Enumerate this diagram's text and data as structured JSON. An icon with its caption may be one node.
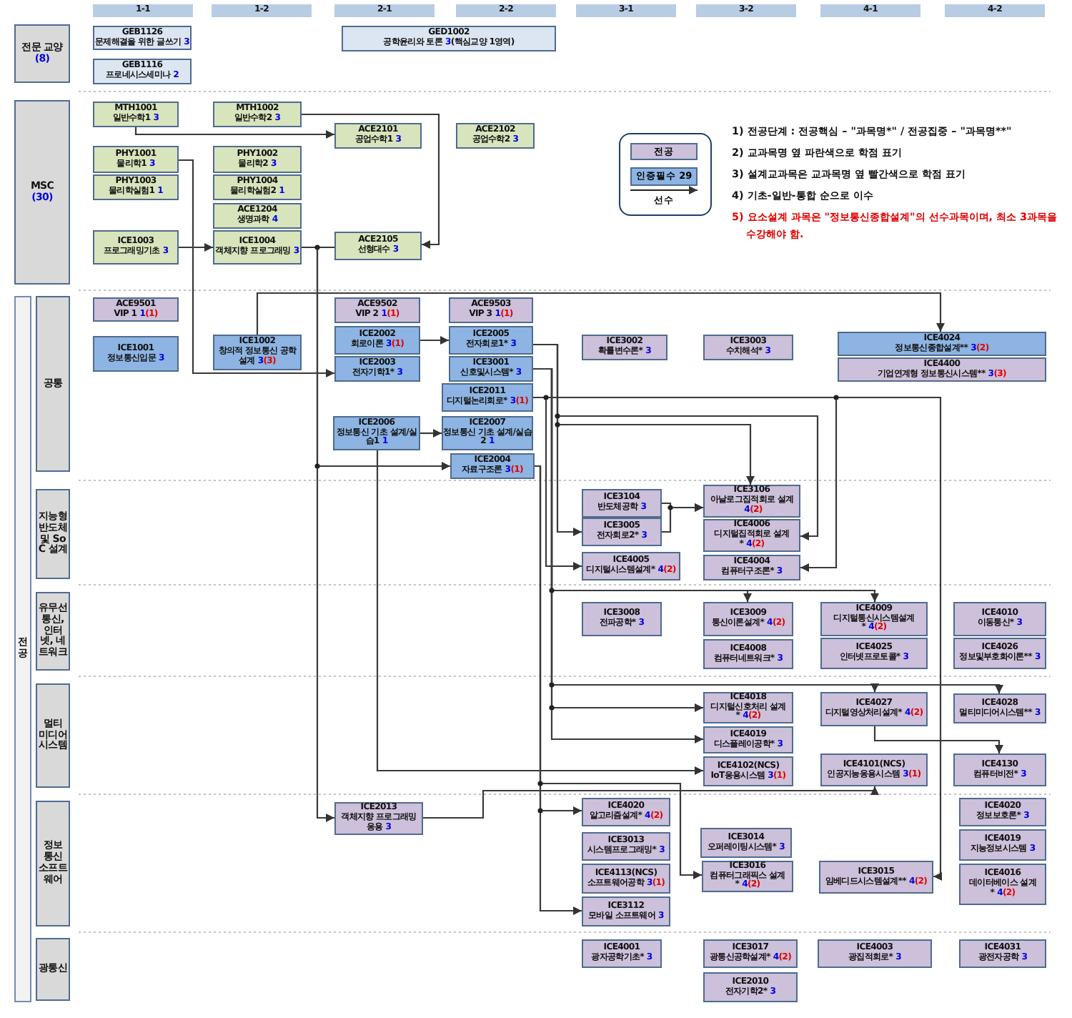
{
  "diagram": {
    "nodes": [
      {
        "text": [
          "1-1"
        ]
      },
      {
        "text": [
          "1-2"
        ]
      },
      {
        "text": [
          "2-1"
        ]
      },
      {
        "text": [
          "2-2"
        ]
      },
      {
        "text": [
          "3-1"
        ]
      },
      {
        "text": [
          "3-2"
        ]
      },
      {
        "text": [
          "4-1"
        ]
      },
      {
        "text": [
          "4-2"
        ]
      },
      {
        "text": [
          "전문 교양",
          "(8)"
        ]
      },
      {
        "text": [
          "GEB1126",
          "문제해결을 위한 글쓰기",
          "3"
        ]
      },
      {
        "text": [
          "GEB1116",
          "프로네시스세미나",
          "2"
        ]
      },
      {
        "text": [
          "GED1002",
          "공학윤리와 토론",
          "3",
          "(핵심교양 1영역)"
        ]
      },
      {
        "text": [
          "MSC",
          "(30)"
        ]
      },
      {
        "text": [
          "MTH1001",
          "일반수학1",
          "3"
        ]
      },
      {
        "text": [
          "MTH1002",
          "일반수학2",
          "3"
        ]
      },
      {
        "text": [
          "ACE2101",
          "공업수학1",
          "3"
        ]
      },
      {
        "text": [
          "ACE2102",
          "공업수학2",
          "3"
        ]
      },
      {
        "text": [
          "PHY1001",
          "물리학1",
          "3"
        ]
      },
      {
        "text": [
          "PHY1002",
          "물리학2",
          "3"
        ]
      },
      {
        "text": [
          "PHY1003",
          "물리학실험1",
          "1"
        ]
      },
      {
        "text": [
          "PHY1004",
          "물리학실험2",
          "1"
        ]
      },
      {
        "text": [
          "ACE1204",
          "생명과학",
          "4"
        ]
      },
      {
        "text": [
          "ICE1003",
          "프로그래밍기초",
          "3"
        ]
      },
      {
        "text": [
          "ICE1004",
          "객체지향 프로그래밍",
          "3"
        ]
      },
      {
        "text": [
          "ACE2105",
          "선형대수",
          "3"
        ]
      },
      {
        "text": [
          "전공"
        ]
      },
      {
        "text": [
          "공통"
        ]
      },
      {
        "text": [
          "ACE9501",
          "VIP 1",
          "1",
          "(1)"
        ]
      },
      {
        "text": [
          "ACE9502",
          "VIP 2",
          "1",
          "(1)"
        ]
      },
      {
        "text": [
          "ACE9503",
          "VIP 3",
          "1",
          "(1)"
        ]
      },
      {
        "text": [
          "ICE2002",
          "회로이론",
          "3",
          "(1)"
        ]
      },
      {
        "text": [
          "ICE2005",
          "전자회로1*",
          "3"
        ]
      },
      {
        "text": [
          "ICE1001",
          "정보통신입문",
          "3"
        ]
      },
      {
        "text": [
          "ICE1002",
          "창의적 정보통신 공학설계",
          "3",
          "(3)"
        ]
      },
      {
        "text": [
          "ICE3002",
          "확률변수론*",
          "3"
        ]
      },
      {
        "text": [
          "ICE3003",
          "수치해석*",
          "3"
        ]
      },
      {
        "text": [
          "ICE4024",
          "정보통신종합설계**",
          "3",
          "(2)"
        ]
      },
      {
        "text": [
          "ICE2003",
          "전자기학1*",
          "3"
        ]
      },
      {
        "text": [
          "ICE3001",
          "신호및시스템*",
          "3"
        ]
      },
      {
        "text": [
          "ICE4400",
          "기업연계형 정보통신시스템**",
          "3",
          "(3)"
        ]
      },
      {
        "text": [
          "ICE2011",
          "디지털논리회로*",
          "3",
          "(1)"
        ]
      },
      {
        "text": [
          "ICE2006",
          "정보통신 기초 설계/실습1",
          "1"
        ]
      },
      {
        "text": [
          "ICE2007",
          "정보통신 기초 설계/실습2",
          "1"
        ]
      },
      {
        "text": [
          "ICE2004",
          "자료구조론",
          "3",
          "(1)"
        ]
      },
      {
        "text": [
          "지능형 반도체 및 SoC 설계"
        ]
      },
      {
        "text": [
          "ICE3106",
          "아날로그집적회로 설계",
          "4",
          "(2)"
        ]
      },
      {
        "text": [
          "ICE3104",
          "반도체공학",
          "3"
        ]
      },
      {
        "text": [
          "ICE4006",
          "디지털집적회로 설계*",
          "4",
          "(2)"
        ]
      },
      {
        "text": [
          "ICE3005",
          "전자회로2*",
          "3"
        ]
      },
      {
        "text": [
          "ICE4005",
          "디지털시스템설계*",
          "4",
          "(2)"
        ]
      },
      {
        "text": [
          "ICE4004",
          "컴퓨터구조론*",
          "3"
        ]
      },
      {
        "text": [
          "유무선 통신, 인터넷, 네트워크"
        ]
      },
      {
        "text": [
          "ICE3008",
          "전파공학*",
          "3"
        ]
      },
      {
        "text": [
          "ICE3009",
          "통신이론설계*",
          "4",
          "(2)"
        ]
      },
      {
        "text": [
          "ICE4009",
          "디지털통신시스템설계*",
          "4",
          "(2)"
        ]
      },
      {
        "text": [
          "ICE4010",
          "이동통신*",
          "3"
        ]
      },
      {
        "text": [
          "ICE4008",
          "컴퓨터네트워크*",
          "3"
        ]
      },
      {
        "text": [
          "ICE4025",
          "인터넷프로토콜*",
          "3"
        ]
      },
      {
        "text": [
          "ICE4026",
          "정보및부호화이론**",
          "3"
        ]
      },
      {
        "text": [
          "멀티 미디어 시스템"
        ]
      },
      {
        "text": [
          "ICE4018",
          "디지털신호처리 설계*",
          "4",
          "(2)"
        ]
      },
      {
        "text": [
          "ICE4027",
          "디지털영상처리설계*",
          "4",
          "(2)"
        ]
      },
      {
        "text": [
          "ICE4028",
          "멀티미디어시스템**",
          "3"
        ]
      },
      {
        "text": [
          "ICE4019",
          "디스플레이공학*",
          "3"
        ]
      },
      {
        "text": [
          "ICE4102(NCS)",
          "IoT응용시스템",
          "3",
          "(1)"
        ]
      },
      {
        "text": [
          "ICE4101(NCS)",
          "인공지능응용시스템",
          "3",
          "(1)"
        ]
      },
      {
        "text": [
          "ICE4130",
          "컴퓨터비전*",
          "3"
        ]
      },
      {
        "text": [
          "정보 통신 소프트 웨어"
        ]
      },
      {
        "text": [
          "ICE4020",
          "알고리즘설계*",
          "4",
          "(2)"
        ]
      },
      {
        "text": [
          "ICE2013",
          "객체지향 프로그래밍 응용",
          "3"
        ]
      },
      {
        "text": [
          "ICE4020",
          "정보보호론*",
          "3"
        ]
      },
      {
        "text": [
          "ICE3014",
          "오퍼레이팅시스템*",
          "3"
        ]
      },
      {
        "text": [
          "ICE3013",
          "시스템프로그래밍*",
          "3"
        ]
      },
      {
        "text": [
          "ICE4019",
          "지능정보시스템",
          "3"
        ]
      },
      {
        "text": [
          "ICE3016",
          "컴퓨터그래픽스 설계*",
          "4",
          "(2)"
        ]
      },
      {
        "text": [
          "ICE3015",
          "임베디드시스템설계**",
          "4",
          "(2)"
        ]
      },
      {
        "text": [
          "ICE4113(NCS)",
          "소프트웨어공학",
          "3",
          "(1)"
        ]
      },
      {
        "text": [
          "ICE4016",
          "데이터베이스 설계*",
          "4",
          "(2)"
        ]
      },
      {
        "text": [
          "ICE3112",
          "모바일 소프트웨어",
          "3"
        ]
      },
      {
        "text": [
          "광통신"
        ]
      },
      {
        "text": [
          "ICE4001",
          "광자공학기초*",
          "3"
        ]
      },
      {
        "text": [
          "ICE3017",
          "광통신공학설계*",
          "4",
          "(2)"
        ]
      },
      {
        "text": [
          "ICE4003",
          "광집적회로*",
          "3"
        ]
      },
      {
        "text": [
          "ICE4031",
          "광전자공학",
          "3"
        ]
      },
      {
        "text": [
          "ICE2010",
          "전자기학2*",
          "3"
        ]
      }
    ],
    "edges": [
      {
        "from": 13,
        "to": 15,
        "arrow": "to"
      },
      {
        "from": 14,
        "to": 24,
        "arrow": "to"
      },
      {
        "from": 22,
        "to": 23,
        "arrow": "to"
      },
      {
        "from": 23,
        "to": 24,
        "arrow": "none"
      },
      {
        "from": 23,
        "to": 43,
        "arrow": "to"
      },
      {
        "from": 23,
        "to": 69,
        "arrow": "to"
      },
      {
        "from": 17,
        "to": 37,
        "arrow": "to"
      },
      {
        "from": 33,
        "to": 36,
        "arrow": "to"
      },
      {
        "from": 30,
        "to": 31,
        "arrow": "to"
      },
      {
        "from": 41,
        "to": 42,
        "arrow": "to"
      },
      {
        "from": 41,
        "to": 64,
        "arrow": "to"
      },
      {
        "from": 31,
        "to": 47,
        "arrow": "to"
      },
      {
        "from": 31,
        "to": 45,
        "arrow": "to"
      },
      {
        "from": 31,
        "to": 48,
        "arrow": "to"
      },
      {
        "from": 40,
        "to": 50,
        "arrow": "to"
      },
      {
        "from": 40,
        "to": 75,
        "arrow": "to"
      },
      {
        "from": 40,
        "to": 49,
        "arrow": "to"
      },
      {
        "from": 38,
        "to": 53,
        "arrow": "to"
      },
      {
        "from": 38,
        "to": 54,
        "arrow": "to"
      },
      {
        "from": 38,
        "to": 61,
        "arrow": "to"
      },
      {
        "from": 38,
        "to": 62,
        "arrow": "to"
      },
      {
        "from": 38,
        "to": 60,
        "arrow": "to"
      },
      {
        "from": 38,
        "to": 63,
        "arrow": "to"
      },
      {
        "from": 46,
        "to": 45,
        "arrow": "to"
      },
      {
        "from": 48,
        "to": 45,
        "arrow": "to"
      },
      {
        "from": 61,
        "to": 66,
        "arrow": "to"
      },
      {
        "from": 43,
        "to": 74,
        "arrow": "to"
      },
      {
        "from": 43,
        "to": 68,
        "arrow": "to"
      },
      {
        "from": 43,
        "to": 78,
        "arrow": "to"
      },
      {
        "from": 69,
        "to": 65,
        "arrow": "to"
      }
    ],
    "labels": [
      "1) 전공단계 : 전공핵심 – \"과목명*\" / 전공집중 – \"과목명**\"",
      "2) 교과목명 옆 파란색으로 학점 표기",
      "3) 설계교과목은 교과목명 옆 빨간색으로 학점 표기",
      "4) 기초-일반-통합 순으로 이수",
      "5) 요소설계 과목은 \"정보통신종합설계\"의 선수과목이며, 최소 3과목을 수강해야 함."
    ],
    "legend": [
      {
        "text": "전공",
        "color": "#ccc0da"
      },
      {
        "text": "인증필수 29",
        "color": "#8db4e2"
      },
      {
        "text": "선수"
      }
    ]
  }
}
